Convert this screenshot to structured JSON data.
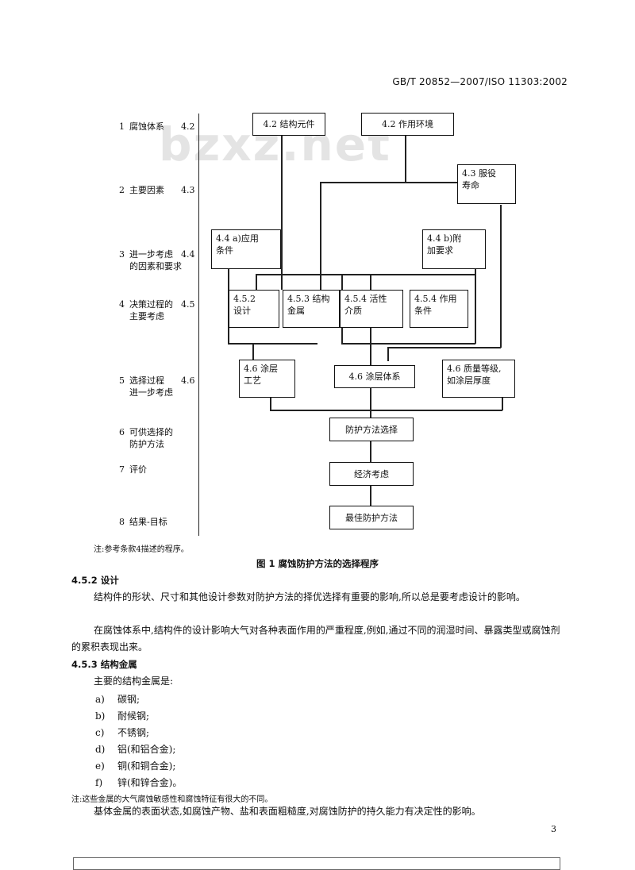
{
  "header": {
    "standard": "GB/T 20852—2007/ISO 11303:2002"
  },
  "watermark": "bzxz.net",
  "steps": [
    {
      "num": "1",
      "label": "腐蚀体系",
      "ref": "4.2"
    },
    {
      "num": "2",
      "label": "主要因素",
      "ref": "4.3"
    },
    {
      "num": "3",
      "label_line1": "进一步考虑",
      "label_line2": "的因素和要求",
      "ref": "4.4"
    },
    {
      "num": "4",
      "label_line1": "决策过程的",
      "label_line2": "主要考虑",
      "ref": "4.5"
    },
    {
      "num": "5",
      "label_line1": "选择过程",
      "label_line2": "进一步考虑",
      "ref": "4.6"
    },
    {
      "num": "6",
      "label_line1": "可供选择的",
      "label_line2": "防护方法"
    },
    {
      "num": "7",
      "label": "评价"
    },
    {
      "num": "8",
      "label": "结果-目标"
    }
  ],
  "flow": {
    "b42_elements": "4.2  结构元件",
    "b42_environment": "4.2  作用环境",
    "b43_l1": "4.3  服役",
    "b43_l2": "寿命",
    "b44a_l1": "4.4  a)应用",
    "b44a_l2": "条件",
    "b44b_l1": "4.4  b)附",
    "b44b_l2": "加要求",
    "b452_l1": "4.5.2",
    "b452_l2": "设计",
    "b453_l1": "4.5.3  结构",
    "b453_l2": "金属",
    "b454a_l1": "4.5.4  活性",
    "b454a_l2": "介质",
    "b454b_l1": "4.5.4  作用",
    "b454b_l2": "条件",
    "b46a_l1": "4.6  涂层",
    "b46a_l2": "工艺",
    "b46b": "4.6  涂层体系",
    "b46c_l1": "4.6  质量等级,",
    "b46c_l2": "如涂层厚度",
    "select": "防护方法选择",
    "economic": "经济考虑",
    "best": "最佳防护方法"
  },
  "note": "注:参考条款4描述的程序。",
  "figure_caption": "图 1  腐蚀防护方法的选择程序",
  "sections": {
    "s452_title": "4.5.2  设计",
    "s452_p1": "结构件的形状、尺寸和其他设计参数对防护方法的择优选择有重要的影响,所以总是要考虑设计的影响。",
    "s452_p2": "在腐蚀体系中,结构件的设计影响大气对各种表面作用的严重程度,例如,通过不同的润湿时间、暴露类型或腐蚀剂的累积表现出来。",
    "s453_title": "4.5.3  结构金属",
    "s453_intro": "主要的结构金属是:",
    "metals": [
      {
        "label": "a)",
        "text": "碳钢;"
      },
      {
        "label": "b)",
        "text": "耐候钢;"
      },
      {
        "label": "c)",
        "text": "不锈钢;"
      },
      {
        "label": "d)",
        "text": "铝(和铝合金);"
      },
      {
        "label": "e)",
        "text": "铜(和铜合金);"
      },
      {
        "label": "f)",
        "text": "锌(和锌合金)。"
      }
    ],
    "s453_note": "注:这些金属的大气腐蚀敏感性和腐蚀特征有很大的不同。",
    "s453_p": "基体金属的表面状态,如腐蚀产物、盐和表面粗糙度,对腐蚀防护的持久能力有决定性的影响。"
  },
  "page_number": "3"
}
